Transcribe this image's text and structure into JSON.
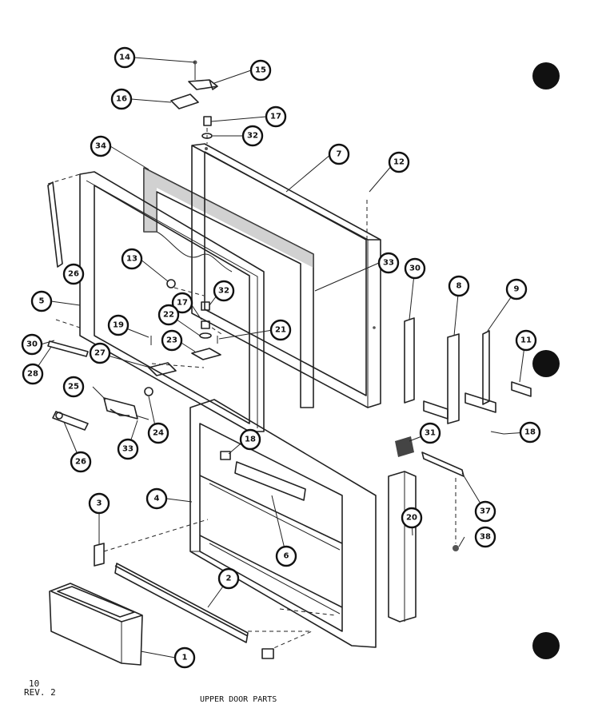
{
  "footer": {
    "page_number": "10",
    "revision": "REV. 2",
    "caption": "UPPER DOOR PARTS"
  },
  "callouts": [
    "14",
    "15",
    "16",
    "17",
    "32",
    "34",
    "7",
    "12",
    "13",
    "33",
    "26",
    "5",
    "32",
    "17",
    "22",
    "21",
    "23",
    "19",
    "30",
    "28",
    "27",
    "30",
    "8",
    "9",
    "11",
    "25",
    "24",
    "26",
    "33",
    "18",
    "18",
    "31",
    "37",
    "4",
    "20",
    "3",
    "6",
    "38",
    "2",
    "1"
  ]
}
